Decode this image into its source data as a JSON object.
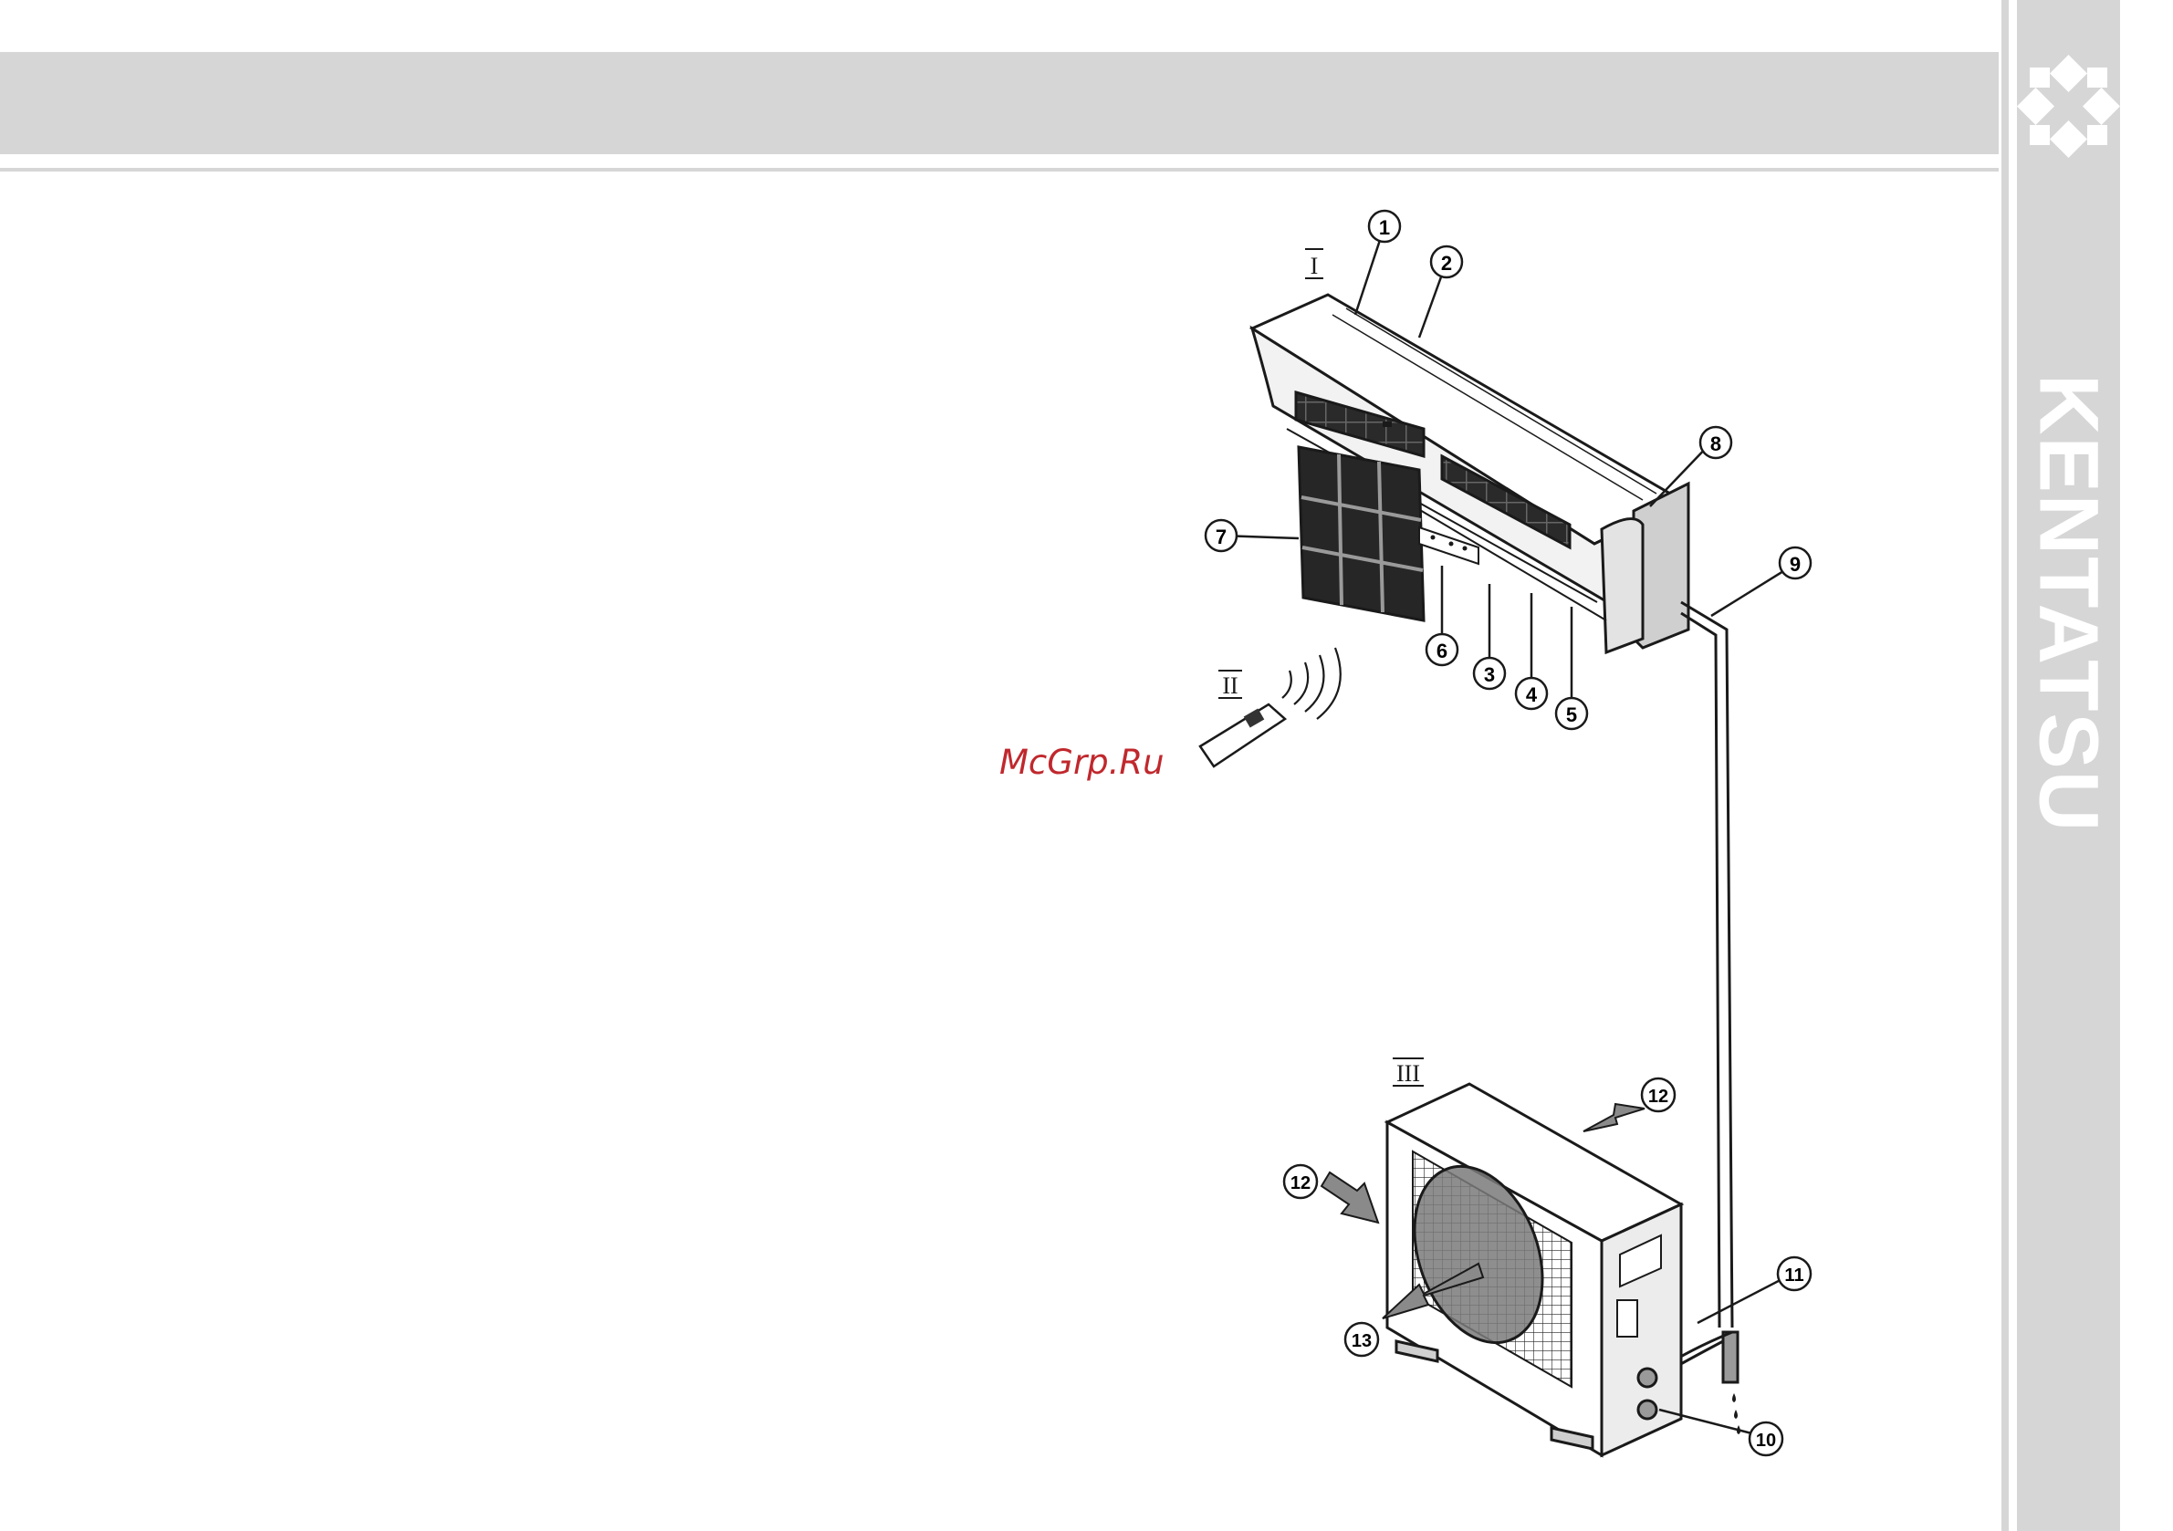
{
  "brand": {
    "name": "KENTATSU"
  },
  "watermark": {
    "text": "McGrp.Ru"
  },
  "diagram": {
    "units": [
      {
        "id": "I",
        "label": "I"
      },
      {
        "id": "II",
        "label": "II"
      },
      {
        "id": "III",
        "label": "III"
      }
    ],
    "callouts": [
      "1",
      "2",
      "3",
      "4",
      "5",
      "6",
      "7",
      "8",
      "9",
      "10",
      "11",
      "12",
      "12",
      "13"
    ]
  },
  "colors": {
    "header_gray": "#d6d6d6",
    "watermark_red": "#c0282d",
    "outline": "#1a1a1a",
    "arrow_gray": "#8a8a8a"
  }
}
